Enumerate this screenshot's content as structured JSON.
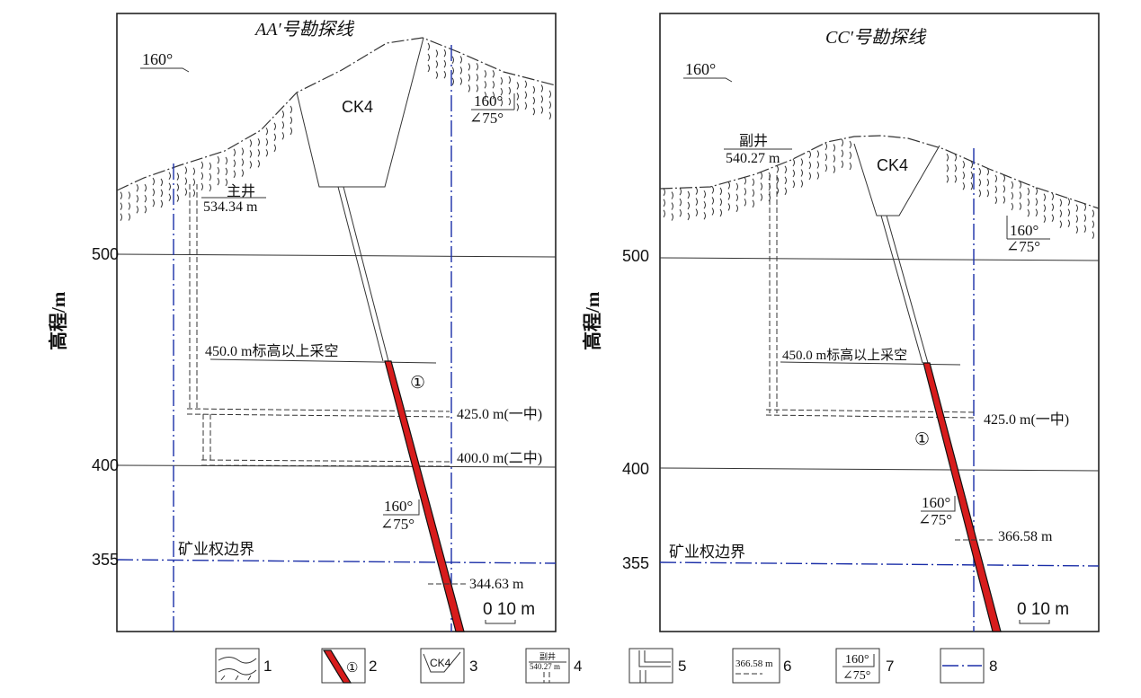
{
  "left_section": {
    "title": "AA′号勘探线",
    "azimuth_arrow": "160°",
    "surface_attitude": {
      "dir": "160°",
      "dip": "∠75°"
    },
    "drill_hole": "CK4",
    "shaft": {
      "name": "主井",
      "elev": "534.34 m"
    },
    "y_axis_label": "高程/m",
    "ticks": [
      "500",
      "400",
      "355"
    ],
    "goaf_label": "450.0 m标高以上采空",
    "vein_id": "①",
    "levels": [
      "425.0 m(一中)",
      "400.0 m(二中)"
    ],
    "vein_attitude": {
      "dir": "160°",
      "dip": "∠75°"
    },
    "bottom_elev": "344.63 m",
    "boundary_label": "矿业权边界",
    "scale": "0 10 m"
  },
  "right_section": {
    "title": "CC′号勘探线",
    "azimuth_arrow": "160°",
    "surface_attitude": {
      "dir": "160°",
      "dip": "∠75°"
    },
    "drill_hole": "CK4",
    "shaft": {
      "name": "副井",
      "elev": "540.27 m"
    },
    "y_axis_label": "高程/m",
    "ticks": [
      "500",
      "400",
      "355"
    ],
    "goaf_label": "450.0 m标高以上采空",
    "vein_id": "①",
    "levels": [
      "425.0 m(一中)"
    ],
    "bottom_elev": "366.58 m",
    "boundary_label": "矿业权边界",
    "scale": "0 10 m"
  },
  "legend": {
    "items": [
      {
        "num": "1",
        "icon": "weathered-layer-icon"
      },
      {
        "num": "2",
        "icon": "ore-vein-icon",
        "mark": "①"
      },
      {
        "num": "3",
        "icon": "drill-hole-icon",
        "mark": "CK4"
      },
      {
        "num": "4",
        "icon": "shaft-icon",
        "mark_name": "副井",
        "mark_elev": "540.27 m"
      },
      {
        "num": "5",
        "icon": "tunnel-icon"
      },
      {
        "num": "6",
        "icon": "elevation-mark-icon",
        "mark": "366.58 m"
      },
      {
        "num": "7",
        "icon": "attitude-icon",
        "mark_dir": "160°",
        "mark_dip": "∠75°"
      },
      {
        "num": "8",
        "icon": "boundary-line-icon"
      }
    ]
  },
  "colors": {
    "vein": "#d71c1c",
    "boundary": "#1b2fa8",
    "line": "#333333"
  }
}
